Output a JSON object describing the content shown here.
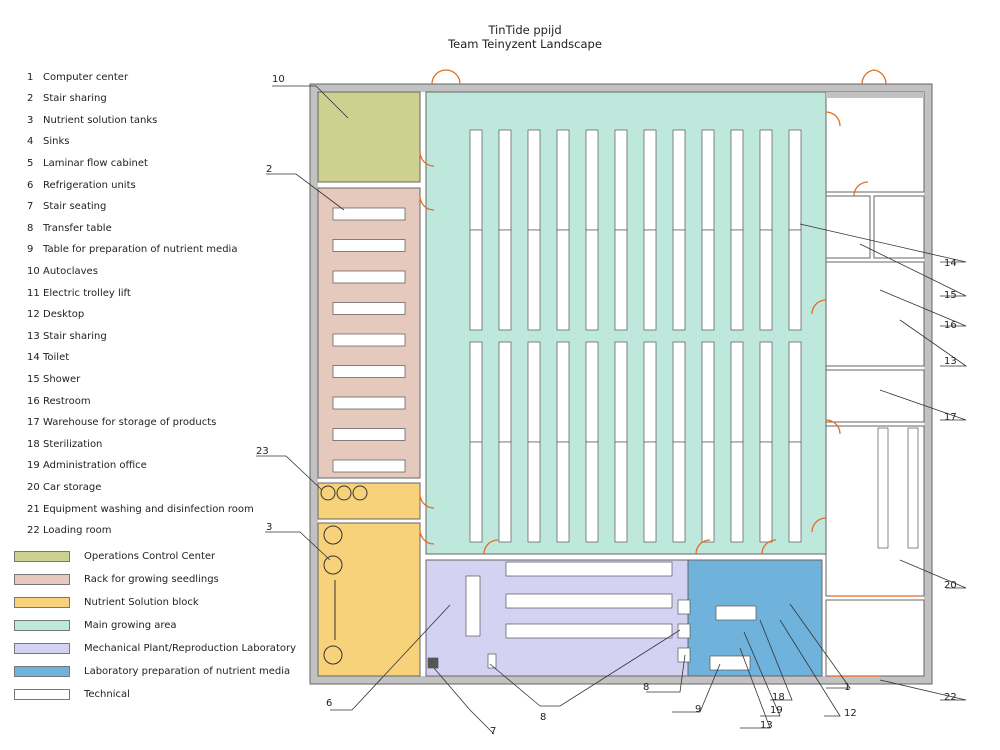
{
  "title": {
    "line1": "TinTide ppijd",
    "line2": "Team Teinyzent Landscape"
  },
  "legend": [
    {
      "num": "1",
      "label": "Computer center"
    },
    {
      "num": "2",
      "label": "Stair sharing"
    },
    {
      "num": "3",
      "label": "Nutrient solution tanks"
    },
    {
      "num": "4",
      "label": "Sinks"
    },
    {
      "num": "5",
      "label": "Laminar flow cabinet"
    },
    {
      "num": "6",
      "label": "Refrigeration units"
    },
    {
      "num": "7",
      "label": "Stair seating"
    },
    {
      "num": "8",
      "label": "Transfer table"
    },
    {
      "num": "9",
      "label": "Table for preparation of nutrient media"
    },
    {
      "num": "10",
      "label": "Autoclaves"
    },
    {
      "num": "11",
      "label": "Electric trolley lift"
    },
    {
      "num": "12",
      "label": "Desktop"
    },
    {
      "num": "13",
      "label": "Stair sharing"
    },
    {
      "num": "14",
      "label": "Toilet"
    },
    {
      "num": "15",
      "label": "Shower"
    },
    {
      "num": "16",
      "label": "Restroom"
    },
    {
      "num": "17",
      "label": "Warehouse for storage of products"
    },
    {
      "num": "18",
      "label": "Sterilization"
    },
    {
      "num": "19",
      "label": "Administration office"
    },
    {
      "num": "20",
      "label": "Car storage"
    },
    {
      "num": "21",
      "label": "Equipment washing and disinfection room"
    },
    {
      "num": "22",
      "label": "Loading room"
    }
  ],
  "zones": [
    {
      "label": "Operations Control Center",
      "color": "#cdd08e"
    },
    {
      "label": "Rack for growing seedlings",
      "color": "#e6c9bd"
    },
    {
      "label": "Nutrient Solution block",
      "color": "#f8d27b"
    },
    {
      "label": "Main growing area",
      "color": "#bfe8dd"
    },
    {
      "label": "Mechanical Plant/Reproduction Laboratory",
      "color": "#d4d2f3"
    },
    {
      "label": "Laboratory preparation of nutrient media",
      "color": "#6fb3dc"
    },
    {
      "label": "Technical",
      "color": "#ffffff"
    }
  ],
  "callouts": [
    "10",
    "2",
    "23",
    "3",
    "6",
    "7",
    "8",
    "8",
    "9",
    "13",
    "19",
    "18",
    "12",
    "1",
    "22",
    "20",
    "17",
    "13",
    "16",
    "15",
    "14"
  ]
}
